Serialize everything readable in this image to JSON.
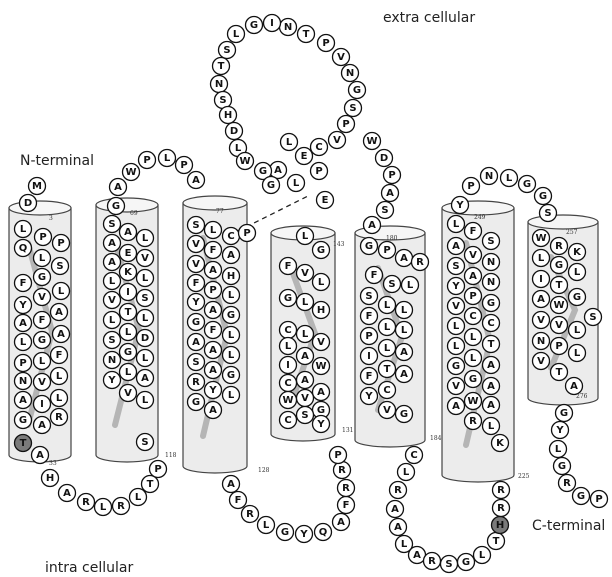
{
  "labels": {
    "n_terminal": "N-terminal",
    "extra_cellular": "extra cellular",
    "intra_cellular": "intra cellular",
    "c_terminal": "C-terminal"
  },
  "residue_numbers": [
    "3",
    "69",
    "77",
    "143",
    "180",
    "249",
    "257",
    "33",
    "118",
    "128",
    "131",
    "184",
    "225",
    "276"
  ],
  "helices": [
    {
      "name": "TM1",
      "residues": [
        "L",
        "P",
        "P",
        "Q",
        "L",
        "S",
        "F",
        "G",
        "L",
        "Y",
        "V",
        "A",
        "A",
        "F",
        "A",
        "L",
        "G",
        "F",
        "P",
        "L",
        "L",
        "N",
        "V",
        "L",
        "A",
        "I",
        "R",
        "G",
        "A",
        "T",
        "A"
      ]
    },
    {
      "name": "TM2",
      "residues": [
        "S",
        "A",
        "L",
        "A",
        "E",
        "V",
        "A",
        "K",
        "L",
        "L",
        "I",
        "S",
        "V",
        "T",
        "L",
        "L",
        "L",
        "D",
        "S",
        "G",
        "L",
        "N",
        "L",
        "A",
        "Y",
        "V",
        "L",
        "S"
      ]
    },
    {
      "name": "TM3",
      "residues": [
        "S",
        "L",
        "C",
        "P",
        "V",
        "F",
        "A",
        "V",
        "A",
        "H",
        "F",
        "P",
        "L",
        "Y",
        "A",
        "G",
        "G",
        "F",
        "L",
        "A",
        "A",
        "L",
        "S",
        "A",
        "G",
        "R",
        "Y",
        "L",
        "G",
        "A"
      ]
    },
    {
      "name": "TM4",
      "residues": [
        "L",
        "G",
        "F",
        "V",
        "L",
        "G",
        "L",
        "H",
        "C",
        "L",
        "V",
        "L",
        "A",
        "W",
        "I",
        "A",
        "A",
        "C",
        "V",
        "G",
        "W",
        "S",
        "Y",
        "C"
      ]
    },
    {
      "name": "TM5",
      "residues": [
        "G",
        "P",
        "A",
        "R",
        "F",
        "S",
        "L",
        "S",
        "L",
        "L",
        "F",
        "L",
        "L",
        "P",
        "L",
        "A",
        "I",
        "T",
        "A",
        "F",
        "C",
        "Y",
        "V",
        "G"
      ]
    },
    {
      "name": "TM6",
      "residues": [
        "L",
        "F",
        "S",
        "A",
        "V",
        "N",
        "S",
        "A",
        "N",
        "Y",
        "P",
        "G",
        "V",
        "C",
        "C",
        "L",
        "L",
        "T",
        "L",
        "L",
        "A",
        "G",
        "G",
        "A",
        "V",
        "W",
        "A",
        "A",
        "R",
        "L",
        "K"
      ]
    },
    {
      "name": "TM7",
      "residues": [
        "W",
        "R",
        "K",
        "L",
        "G",
        "L",
        "I",
        "T",
        "G",
        "A",
        "W",
        "S",
        "V",
        "V",
        "L",
        "N",
        "P",
        "L",
        "V",
        "T",
        "A"
      ]
    }
  ],
  "loops": {
    "n_term": [
      "M",
      "D"
    ],
    "icl1": [
      "H",
      "A",
      "R",
      "L",
      "R",
      "L",
      "T",
      "P"
    ],
    "ecl1": [
      "G",
      "A",
      "W",
      "P",
      "L",
      "P",
      "A"
    ],
    "ecl2_a": [
      "E",
      "L",
      "A",
      "P",
      "E",
      "L",
      "C",
      "V",
      "P",
      "S",
      "G",
      "N",
      "V",
      "P",
      "T",
      "N",
      "I",
      "G",
      "L",
      "S",
      "T",
      "N",
      "S",
      "H",
      "D",
      "L",
      "W",
      "G",
      "G"
    ],
    "ecl2_b": [
      "W",
      "D",
      "P",
      "A",
      "S",
      "A"
    ],
    "icl2": [
      "A",
      "F",
      "R",
      "L",
      "G",
      "Y",
      "Q",
      "A",
      "F",
      "R",
      "R",
      "P"
    ],
    "icl3": [
      "C",
      "L",
      "R",
      "A",
      "A",
      "L",
      "A",
      "R",
      "S",
      "G",
      "L",
      "T",
      "H",
      "R",
      "R"
    ],
    "ecl3": [
      "Y",
      "P",
      "N",
      "L",
      "G",
      "G",
      "S"
    ],
    "c_term": [
      "G",
      "Y",
      "L",
      "G",
      "R",
      "G",
      "P"
    ]
  }
}
